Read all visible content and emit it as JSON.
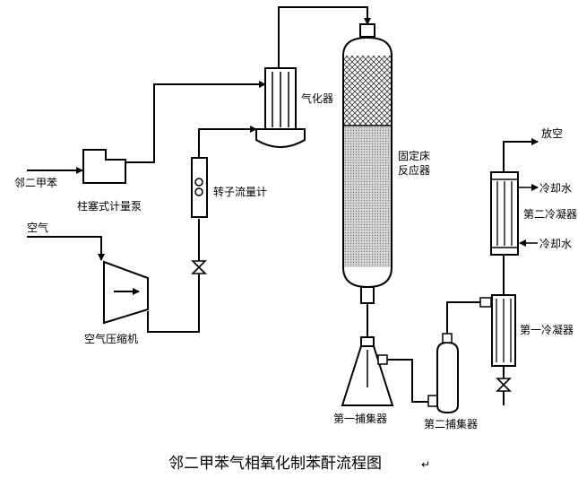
{
  "labels": {
    "o_xylene": "邻二甲苯",
    "metering_pump": "柱塞式计量泵",
    "air": "空气",
    "air_compressor": "空气压缩机",
    "rotameter": "转子流量计",
    "vaporizer": "气化器",
    "reactor_line1": "固定床",
    "reactor_line2": "反应器",
    "vent": "放空",
    "cooling_water_top": "冷却水",
    "second_condenser": "第二冷凝器",
    "cooling_water_bottom": "冷却水",
    "first_condenser": "第一冷凝器",
    "first_trap": "第一捕集器",
    "second_trap": "第二捕集器"
  },
  "caption": "邻二甲苯气相氧化制苯酐流程图",
  "caption_mark": "↵"
}
